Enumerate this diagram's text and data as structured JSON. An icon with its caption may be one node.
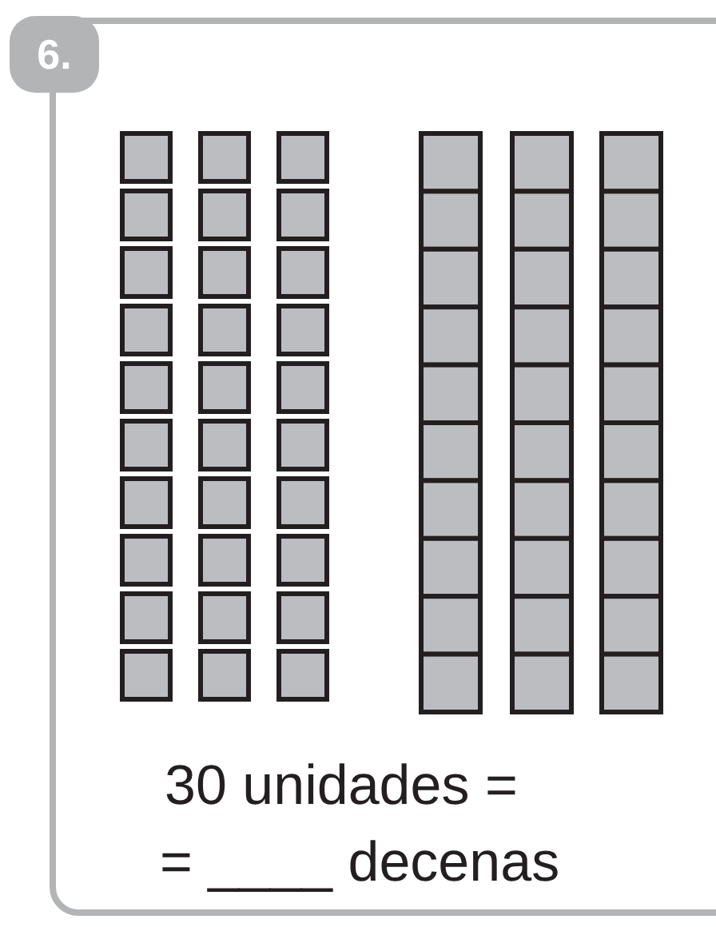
{
  "diagram": {
    "labels": [
      "6.",
      "30 unidades =",
      "= ____ decenas"
    ]
  }
}
